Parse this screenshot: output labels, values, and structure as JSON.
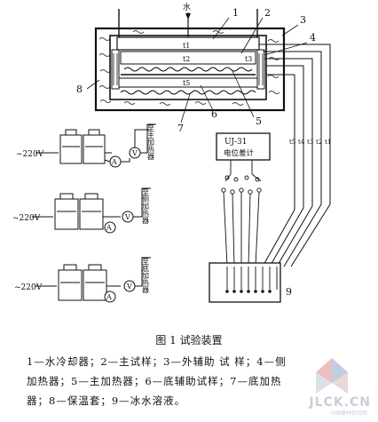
{
  "diagram": {
    "top_label": "水",
    "part_numbers": [
      "1",
      "2",
      "3",
      "4",
      "5",
      "6",
      "7",
      "8",
      "9"
    ],
    "thermo_labels": [
      "t1",
      "t2",
      "t3",
      "t5"
    ],
    "right_wire_labels": [
      "t5",
      "t4",
      "t3",
      "t2",
      "t1"
    ],
    "potentiometer": {
      "line1": "UJ-31",
      "line2": "电位差计"
    },
    "heater_circuits": [
      {
        "voltage": "~220V",
        "to_label": "至主加热器",
        "ammeter": "A",
        "voltmeter": "V"
      },
      {
        "voltage": "~220V",
        "to_label": "至侧加热器",
        "ammeter": "A",
        "voltmeter": "V"
      },
      {
        "voltage": "~220V",
        "to_label": "至底加热器",
        "ammeter": "A",
        "voltmeter": "V"
      }
    ],
    "icebath_label": "9"
  },
  "caption": {
    "title": "图 1   试验装置",
    "legend_line1": "1—水冷却器；2—主试样；3—外辅助 试 样；4—侧",
    "legend_line2": "加热器；5—主加热器；6—底辅助试样；7—底加热",
    "legend_line3": "器；8—保温套；9—冰水溶液。"
  },
  "watermark": {
    "text": "JLCK.CN",
    "sub": "中国建材检验网"
  }
}
